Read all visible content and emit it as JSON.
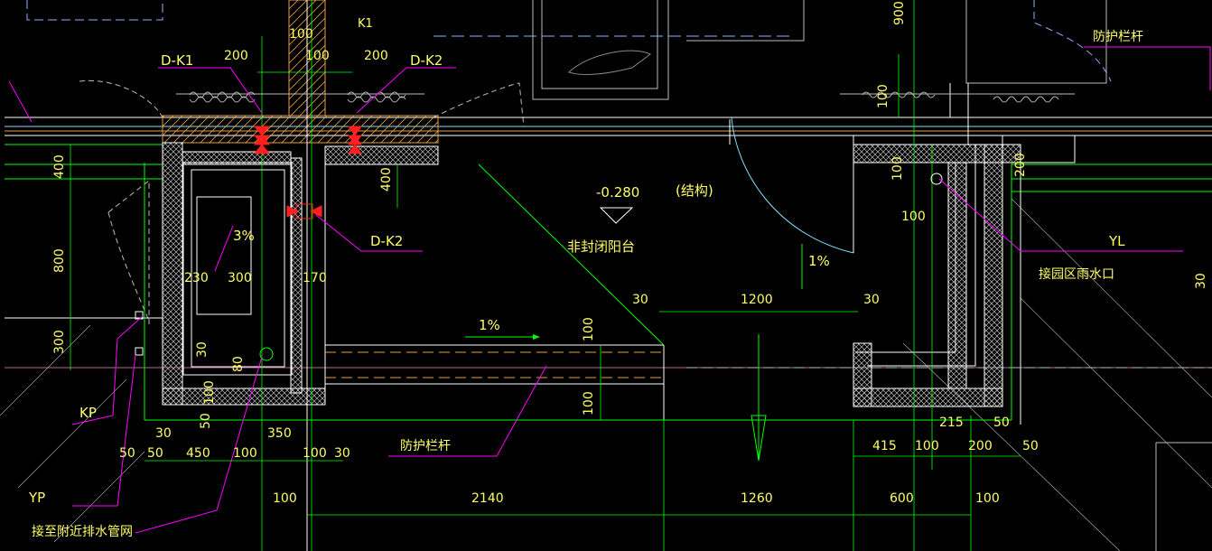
{
  "colors": {
    "background": "#000000",
    "wall": "#ffffff",
    "dim": "#00ff00",
    "text_yellow": "#ffff66",
    "leader": "#ff00ff",
    "red": "#ff2020",
    "orange": "#e8a040",
    "blue_dash": "#8fb0ff",
    "cyan": "#80e0ff"
  },
  "labels": {
    "dk1": "D-K1",
    "dk2_top": "D-K2",
    "dk2_mid": "D-K2",
    "k1": "K1",
    "kp": "KP",
    "yp": "YP",
    "yl": "YL",
    "elevation": "-0.280",
    "structure": "(结构)",
    "balcony": "非封闭阳台",
    "drain_connect": "接至附近排水管网",
    "rain_outlet": "接园区雨水口",
    "railing_top": "防护栏杆",
    "railing_bottom": "防护栏杆",
    "slope_a": "3%",
    "slope_b": "1%",
    "slope_c": "1%"
  },
  "dims": {
    "d100a": "100",
    "d100b": "100",
    "d200a": "200",
    "d200b": "200",
    "d900": "900",
    "d100c": "100",
    "d400a": "400",
    "d800": "800",
    "d300a": "300",
    "d400b": "400",
    "d230": "230",
    "d300b": "300",
    "d170": "170",
    "d30a": "30",
    "d80": "80",
    "d100d": "100",
    "d50a": "50",
    "d30b": "30",
    "d350": "350",
    "d50b": "50",
    "d50c": "50",
    "d450": "450",
    "d100e": "100",
    "d100f": "100",
    "d30c": "30",
    "d100g": "100",
    "d2140": "2140",
    "d1260": "1260",
    "d600": "600",
    "d100h": "100",
    "d30d": "30",
    "d1200": "1200",
    "d30e": "30",
    "d100i": "100",
    "d100j": "100",
    "d100k": "100",
    "d100l": "100",
    "d200c": "200",
    "d215": "215",
    "d50d": "50",
    "d415": "415",
    "d100m": "100",
    "d200d": "200",
    "d50e": "50",
    "d30f": "30"
  }
}
